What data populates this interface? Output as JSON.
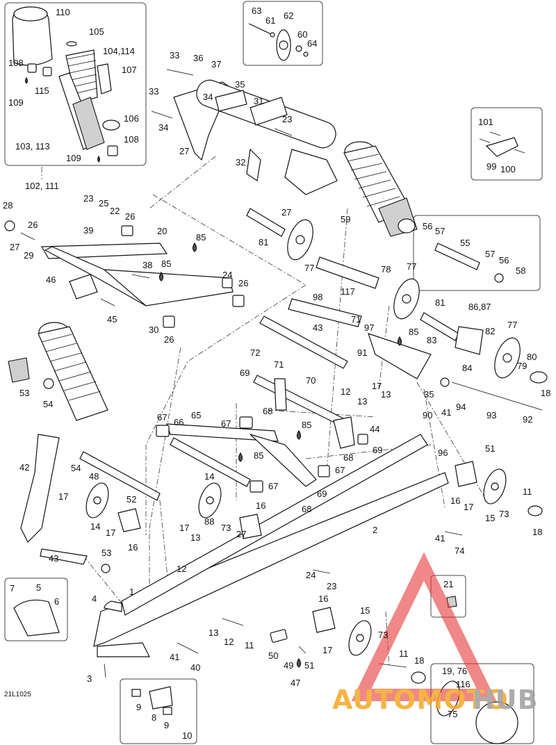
{
  "diagram_code": "21L1025",
  "watermark": {
    "text_a": "AUTOMOTO",
    "text_b": "HUB",
    "color_a": "#f5a623",
    "color_b": "#9e9e9e",
    "triangle_color": "#e53935"
  },
  "labels": {
    "l110": "110",
    "l105": "105",
    "l104": "104,114",
    "l108a": "108",
    "l107": "107",
    "l115": "115",
    "l109a": "109",
    "l106": "106",
    "l103": "103, 113",
    "l108b": "108",
    "l109b": "109",
    "l102": "102, 111",
    "l63": "63",
    "l61": "61",
    "l62": "62",
    "l60": "60",
    "l64": "64",
    "l33a": "33",
    "l36": "36",
    "l37": "37",
    "l33b": "33",
    "l35": "35",
    "l34a": "34",
    "l31": "31",
    "l34b": "34",
    "l23a": "23",
    "l27a": "27",
    "l32": "32",
    "l27b": "27",
    "l101": "101",
    "l99": "99",
    "l100": "100",
    "l28": "28",
    "l23b": "23",
    "l25": "25",
    "l22": "22",
    "l26a": "26",
    "l26b": "26",
    "l27c": "27",
    "l29": "29",
    "l39": "39",
    "l20": "20",
    "l85a": "85",
    "l38": "38",
    "l85b": "85",
    "l46": "46",
    "l24a": "24",
    "l26c": "26",
    "l45": "45",
    "l30": "30",
    "l26d": "26",
    "l59": "59",
    "l81a": "81",
    "l77a": "77",
    "l78": "78",
    "l117": "117",
    "l56a": "56",
    "l57a": "57",
    "l55": "55",
    "l57b": "57",
    "l56b": "56",
    "l58": "58",
    "l77b": "77",
    "l98": "98",
    "l81b": "81",
    "l86": "86,87",
    "l43a": "43",
    "l71a": "71",
    "l97": "97",
    "l85c": "85",
    "l82": "82",
    "l77c": "77",
    "l83": "83",
    "l91": "91",
    "l80": "80",
    "l79": "79",
    "l84": "84",
    "l18a": "18",
    "l72": "72",
    "l71b": "71",
    "l69a": "69",
    "l70": "70",
    "l17a": "17",
    "l13a": "13",
    "l13b": "13",
    "l12a": "12",
    "l35b": "35",
    "l94": "94",
    "l68a": "68",
    "l93": "93",
    "l92": "92",
    "l53a": "53",
    "l54a": "54",
    "l67a": "67",
    "l66": "66",
    "l65": "65",
    "l67b": "67",
    "l85d": "85",
    "l44": "44",
    "l90": "90",
    "l41a": "41",
    "l51a": "51",
    "l96": "96",
    "l69b": "69",
    "l68b": "68",
    "l85e": "85",
    "l42": "42",
    "l54b": "54",
    "l48": "48",
    "l14a": "14",
    "l67c": "67",
    "l17b": "17",
    "l52": "52",
    "l69c": "69",
    "l68c": "68",
    "l67d": "67",
    "l16a": "16",
    "l17c": "17",
    "l15a": "15",
    "l73a": "73",
    "l11a": "11",
    "l18b": "18",
    "l14b": "14",
    "l17d": "17",
    "l16b": "16",
    "l17e": "17",
    "l13c": "13",
    "l88": "88",
    "l73b": "73",
    "l27d": "27",
    "l16c": "16",
    "l2": "2",
    "l41b": "41",
    "l74": "74",
    "l43b": "43",
    "l53b": "53",
    "l12b": "12",
    "l24b": "24",
    "l23c": "23",
    "l7": "7",
    "l5": "5",
    "l6": "6",
    "l4": "4",
    "l1": "1",
    "l16d": "16",
    "l15b": "15",
    "l13d": "13",
    "l12c": "12",
    "l11b": "11",
    "l73c": "73",
    "l11c": "11",
    "l41c": "41",
    "l40": "40",
    "l50": "50",
    "l49": "49",
    "l51b": "51",
    "l47": "47",
    "l17f": "17",
    "l18c": "18",
    "l21": "21",
    "l19": "19, 76",
    "l116": "116",
    "l75": "75",
    "l3": "3",
    "l9a": "9",
    "l8": "8",
    "l9b": "9",
    "l10": "10"
  }
}
